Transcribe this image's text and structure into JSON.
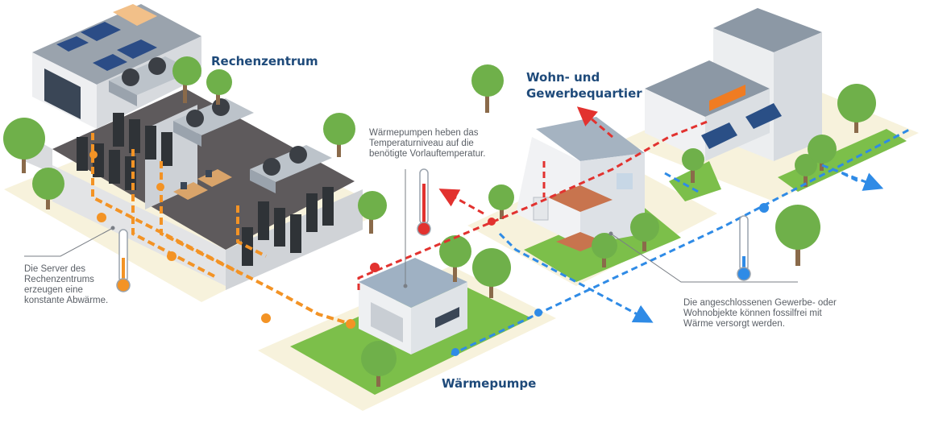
{
  "labels": {
    "datacenter_title": "Rechenzentrum",
    "quarter_title": [
      "Wohn- und",
      "Gewerbequartier"
    ],
    "heatpump_title": "Wärmepumpe"
  },
  "notes": {
    "servers": [
      "Die Server des",
      "Rechenzentrums",
      "erzeugen eine",
      "konstante Abwärme."
    ],
    "heatpump": [
      "Wärmepumpen heben das",
      "Temperaturniveau auf die",
      "benötigte Vorlauftemperatur."
    ],
    "buildings": [
      "Die angeschlossenen Gewerbe- oder",
      "Wohnobjekte können fossilfrei mit",
      "Wärme versorgt werden."
    ]
  },
  "colors": {
    "title": "#1e4a7a",
    "note_text": "#5a5f66",
    "waste_heat_flow": "#f39325",
    "supply_flow": "#e2322f",
    "return_flow": "#2f8be6",
    "grass": "#7cbf4a",
    "ground": "#f7f2dc",
    "tree": "#6fb04a",
    "building_wall": "#e9eaec",
    "roof": "#8c98a5"
  },
  "icons": {
    "thermometer_warm": "thermometer-warm-icon",
    "thermometer_hot": "thermometer-hot-icon",
    "thermometer_cold": "thermometer-cold-icon"
  }
}
